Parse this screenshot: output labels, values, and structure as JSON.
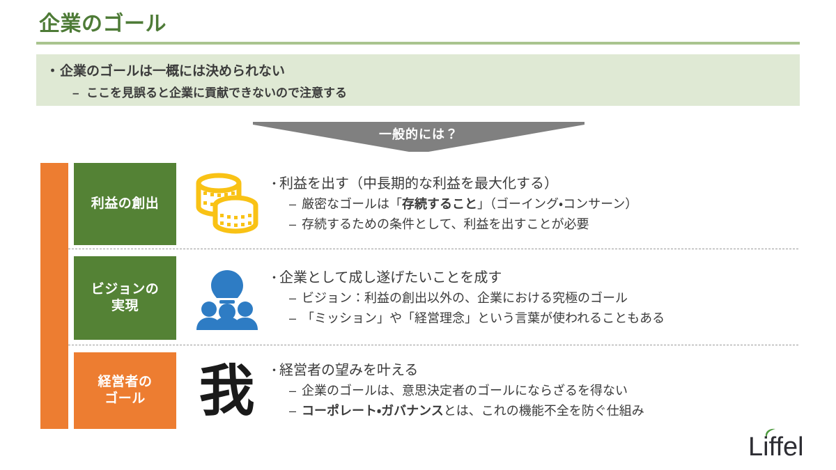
{
  "slide": {
    "title": "企業のゴール",
    "title_color": "#4E7B37",
    "rule_color": "#A9C48F"
  },
  "lead_banner": {
    "background": "#DFE9D4",
    "bullet_marker": "・",
    "bullet": "企業のゴールは一概には決められない",
    "sub_marker": "–",
    "sub": "ここを見誤ると企業に貢献できないので注意する"
  },
  "arrow_banner": {
    "label": "一般的には？",
    "fill": "#808080",
    "text_color": "#FFFFFF"
  },
  "accent": {
    "orange": "#ED7D31",
    "green": "#548235",
    "coin_gold": "#F9C215",
    "people_blue": "#2E7CC4",
    "separator": "#9A9A9A"
  },
  "rows": [
    {
      "label": "利益の創出",
      "label_color": "green",
      "icon": "coin-stack-icon",
      "bullet_marker": "・",
      "bullet": "利益を出す（中長期的な利益を最大化する）",
      "subs": [
        {
          "marker": "–",
          "pre": "厳密なゴールは「",
          "strong": "存続すること",
          "post": "」（ゴーイング・コンサーン）"
        },
        {
          "marker": "–",
          "pre": "存続するための条件として、利益を出すことが必要",
          "strong": "",
          "post": ""
        }
      ]
    },
    {
      "label": "ビジョンの\n実現",
      "label_line1": "ビジョンの",
      "label_line2": "実現",
      "label_color": "green",
      "icon": "lightbulb-people-icon",
      "bullet_marker": "・",
      "bullet": "企業として成し遂げたいことを成す",
      "subs": [
        {
          "marker": "–",
          "pre": "ビジョン：利益の創出以外の、企業における究極のゴール",
          "strong": "",
          "post": ""
        },
        {
          "marker": "–",
          "pre": "「ミッション」や「経営理念」という言葉が使われることもある",
          "strong": "",
          "post": ""
        }
      ]
    },
    {
      "label": "経営者の\nゴール",
      "label_line1": "経営者の",
      "label_line2": "ゴール",
      "label_color": "orange",
      "icon": "kanji-ware-icon",
      "icon_glyph": "我",
      "bullet_marker": "・",
      "bullet": "経営者の望みを叶える",
      "subs": [
        {
          "marker": "–",
          "pre": "企業のゴールは、意思決定者のゴールにならざるを得ない",
          "strong": "",
          "post": ""
        },
        {
          "marker": "–",
          "pre": "",
          "strong": "コーポレート・ガバナンス",
          "post": "とは、これの機能不全を防ぐ仕組み"
        }
      ]
    }
  ],
  "logo": {
    "text": "Liffel",
    "leaf_color": "#4E9A3E",
    "text_color": "#2D2D33"
  }
}
